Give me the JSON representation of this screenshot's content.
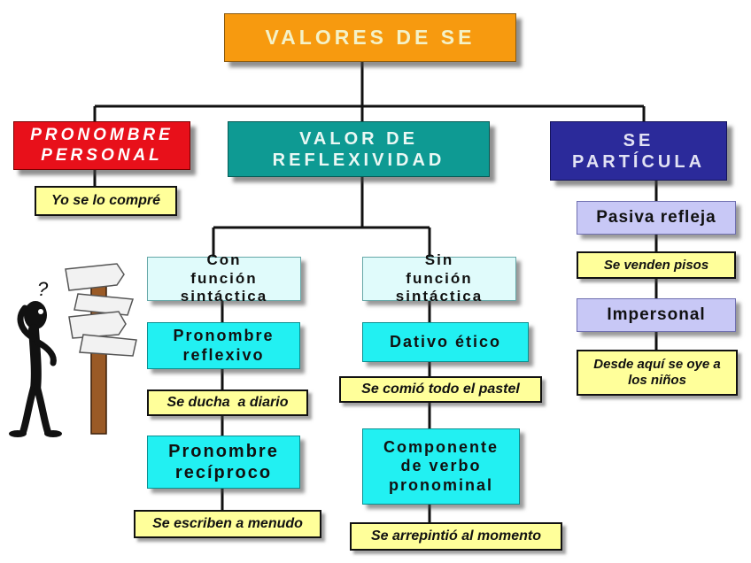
{
  "diagram": {
    "title": "VALORES DE SE",
    "pronombre_personal": {
      "label": "PRONOMBRE PERSONAL",
      "example": "Yo se lo compré"
    },
    "valor_reflexividad": {
      "label": "VALOR DE REFLEXIVIDAD",
      "con_funcion": {
        "label": "Con función sintáctica",
        "pronombre_reflexivo": {
          "label": "Pronombre reflexivo",
          "example": "Se ducha  a diario"
        },
        "pronombre_reciproco": {
          "label": "Pronombre recíproco",
          "example": "Se escriben a menudo"
        }
      },
      "sin_funcion": {
        "label": "Sin función sintáctica",
        "dativo_etico": {
          "label": "Dativo ético",
          "example": "Se comió todo el pastel"
        },
        "componente": {
          "label": "Componente de verbo pronominal",
          "example": "Se arrepintió al momento"
        }
      }
    },
    "se_particula": {
      "label": "SE PARTÍCULA",
      "pasiva_refleja": {
        "label": "Pasiva refleja",
        "example": "Se venden pisos"
      },
      "impersonal": {
        "label": "Impersonal",
        "example": "Desde aquí se oye a los niños"
      }
    }
  },
  "illustration": {
    "figure": "confused-stick-figure-icon",
    "signpost": "signpost-icon",
    "question_mark": "?"
  },
  "colors": {
    "title": "#f79a0f",
    "pronombre_personal": "#e8101a",
    "valor_reflexividad": "#0e9a93",
    "se_particula": "#2b2a9a",
    "subcategory": "#e0fbfb",
    "category": "#22f0f2",
    "particle_type": "#c8c8f6",
    "example": "#ffff9a"
  }
}
